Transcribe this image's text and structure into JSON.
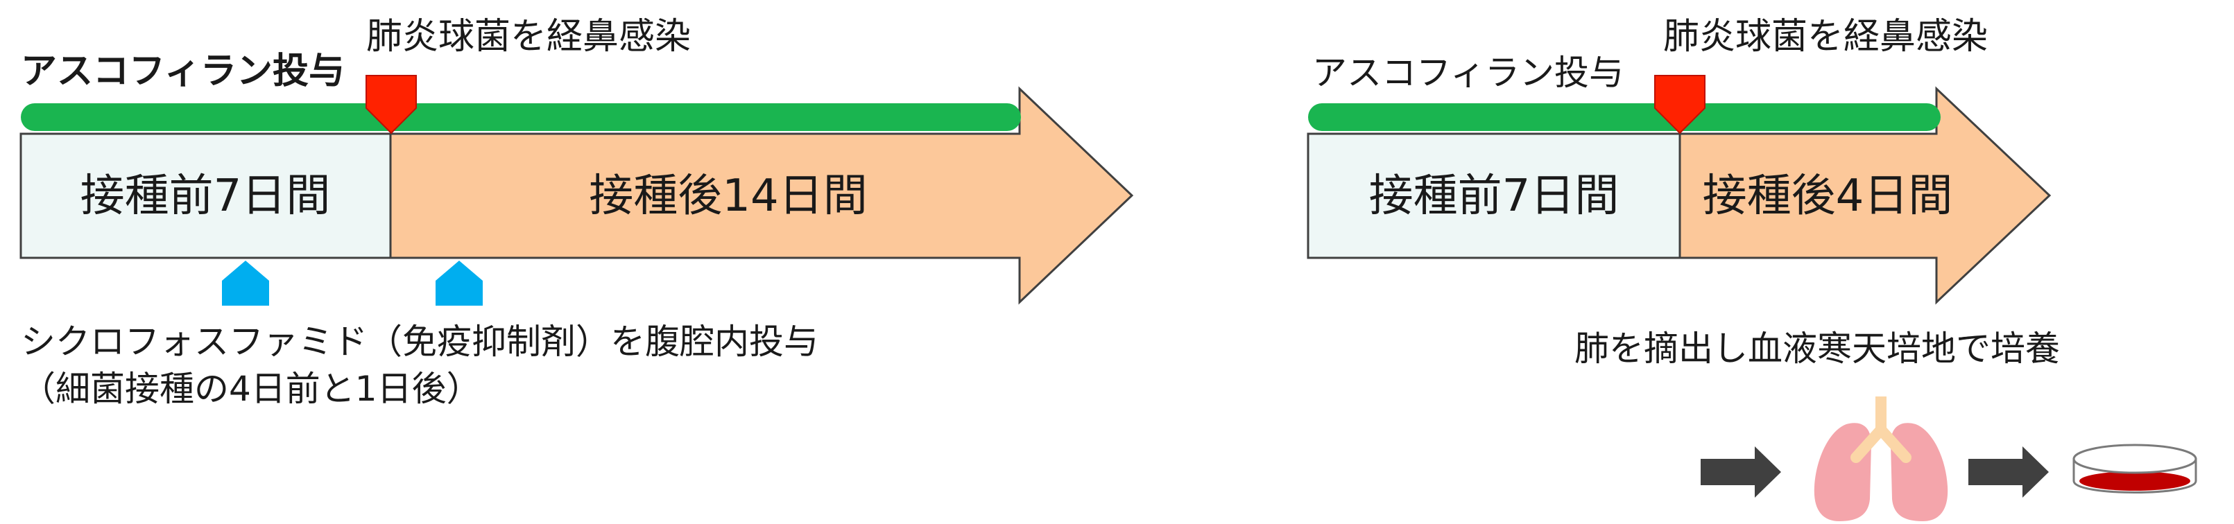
{
  "left": {
    "drug_label": "アスコフィラン投与",
    "infection_label": "肺炎球菌を経鼻感染",
    "pre_label": "接種前7日間",
    "post_label": "接種後14日間",
    "note_line1": "シクロフォスファミド（免疫抑制剤）を腹腔内投与",
    "note_line2": "（細菌接種の4日前と1日後）"
  },
  "right": {
    "drug_label": "アスコフィラン投与",
    "infection_label": "肺炎球菌を経鼻感染",
    "pre_label": "接種前7日間",
    "post_label": "接種後4日間",
    "note": "肺を摘出し血液寒天培地で培養"
  },
  "colors": {
    "drug_bar": "#1ab550",
    "infection_marker": "#ff2200",
    "pre_fill": "#eef7f6",
    "post_fill": "#fcc89a",
    "dose_marker": "#00aeef",
    "flow_arrow": "#404040",
    "lung": "#f4a5ab",
    "trachea": "#fbd6a7",
    "agar": "#c00000"
  }
}
